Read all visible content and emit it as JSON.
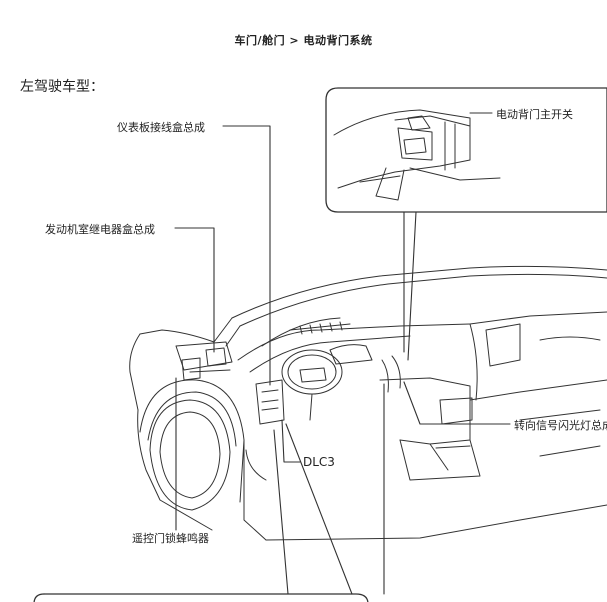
{
  "header": {
    "breadcrumb": "车门/舱门 > 电动背门系统"
  },
  "section": {
    "heading": "左驾驶车型："
  },
  "callouts": [
    {
      "id": "instrument-junction-box",
      "text": "仪表板接线盒总成"
    },
    {
      "id": "engine-relay-box",
      "text": "发动机室继电器盒总成"
    },
    {
      "id": "back-door-main-switch",
      "text": "电动背门主开关"
    },
    {
      "id": "turn-signal-flasher",
      "text": "转向信号闪光灯总成"
    },
    {
      "id": "dlc3",
      "text": "DLC3"
    },
    {
      "id": "remote-lock-buzzer",
      "text": "遥控门锁蜂鸣器"
    }
  ]
}
